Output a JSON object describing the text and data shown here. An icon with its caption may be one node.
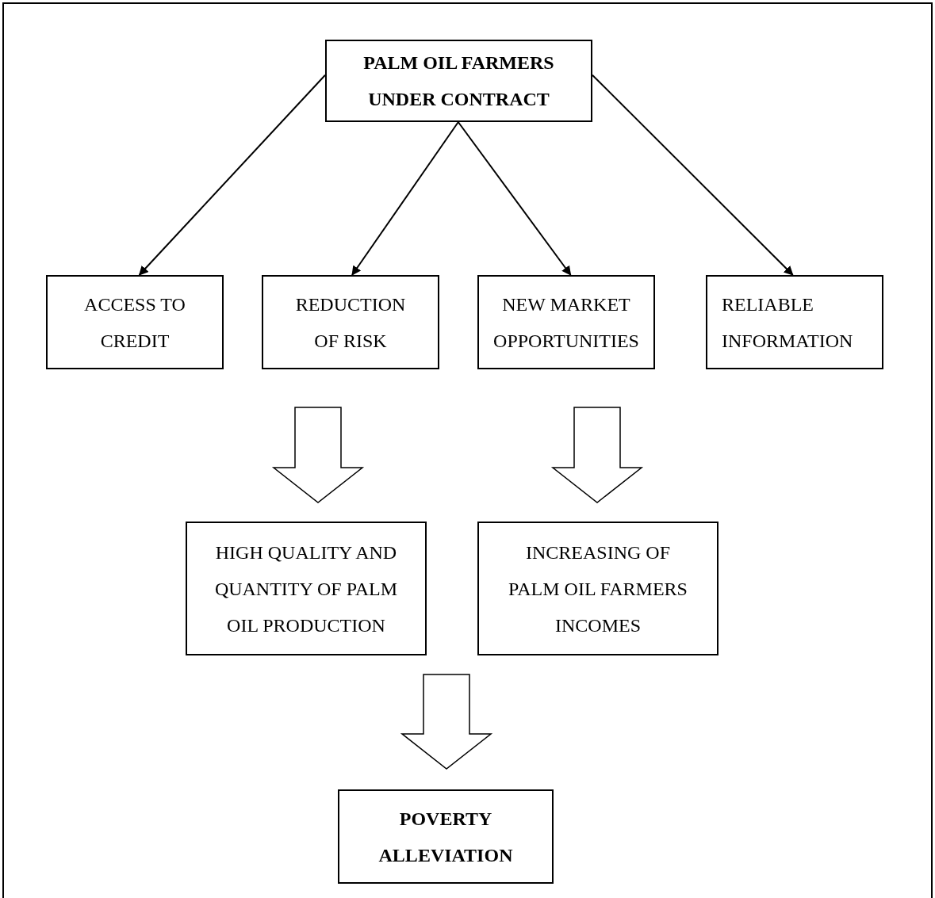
{
  "diagram": {
    "nodes": [
      {
        "text": [
          "PALM OIL FARMERS UNDER CONTRACT"
        ]
      },
      {
        "text": [
          "ACCESS TO CREDIT"
        ]
      },
      {
        "text": [
          "REDUCTION OF RISK"
        ]
      },
      {
        "text": [
          "NEW MARKET OPPORTUNITIES"
        ]
      },
      {
        "text": [
          "RELIABLE INFORMATION"
        ]
      },
      {
        "text": [
          "HIGH QUALITY AND QUANTITY OF PALM OIL PRODUCTION"
        ]
      },
      {
        "text": [
          "INCREASING OF PALM OIL FARMERS INCOMES"
        ]
      },
      {
        "text": [
          "POVERTY ALLEVIATION"
        ]
      }
    ],
    "edges": [
      {
        "from": 0,
        "to": 1,
        "arrow": "to"
      },
      {
        "from": 0,
        "to": 2,
        "arrow": "to"
      },
      {
        "from": 0,
        "to": 3,
        "arrow": "to"
      },
      {
        "from": 0,
        "to": 4,
        "arrow": "to"
      },
      {
        "from": 2,
        "to": 5,
        "arrow": "to",
        "style": "thick"
      },
      {
        "from": 3,
        "to": 6,
        "arrow": "to",
        "style": "thick"
      },
      {
        "from": 5,
        "to": 7,
        "arrow": "to",
        "style": "thick"
      },
      {
        "from": 6,
        "to": 7,
        "arrow": "to",
        "style": "thick"
      }
    ]
  }
}
